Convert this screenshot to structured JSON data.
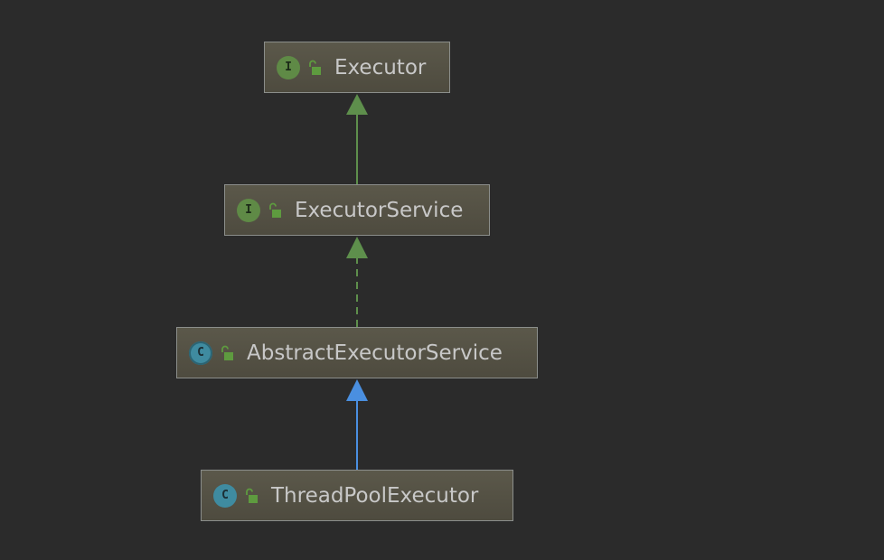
{
  "diagram": {
    "nodes": [
      {
        "id": "executor",
        "kind": "interface",
        "badge": "I",
        "label": "Executor"
      },
      {
        "id": "executor_service",
        "kind": "interface",
        "badge": "I",
        "label": "ExecutorService"
      },
      {
        "id": "abstract_executor_service",
        "kind": "abstract-class",
        "badge": "C",
        "label": "AbstractExecutorService"
      },
      {
        "id": "thread_pool_executor",
        "kind": "class",
        "badge": "C",
        "label": "ThreadPoolExecutor"
      }
    ],
    "edges": [
      {
        "from": "executor_service",
        "to": "executor",
        "relation": "extends",
        "style": "solid",
        "color": "#5e8f4c"
      },
      {
        "from": "abstract_executor_service",
        "to": "executor_service",
        "relation": "implements",
        "style": "dashed",
        "color": "#5e8f4c"
      },
      {
        "from": "thread_pool_executor",
        "to": "abstract_executor_service",
        "relation": "extends",
        "style": "solid",
        "color": "#4a8fe0"
      }
    ]
  },
  "colors": {
    "background": "#2b2b2b",
    "node_fill": "#54513f",
    "node_border": "#8b8e8b",
    "interface_badge": "#5f8a46",
    "class_badge": "#3f8ba0",
    "lock_icon": "#5e9b3f"
  }
}
